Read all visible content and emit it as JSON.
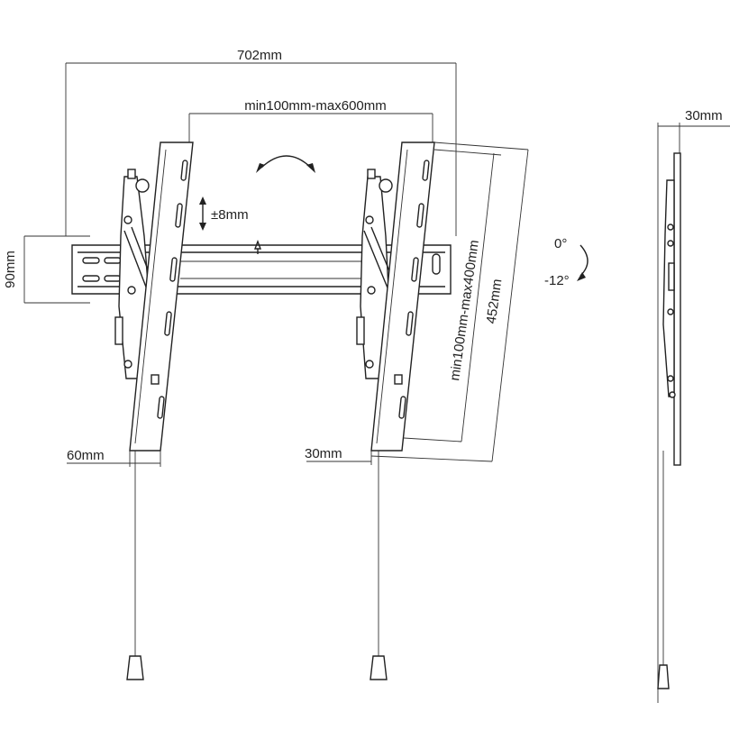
{
  "dimensions": {
    "overall_width": "702mm",
    "horizontal_spacing": "min100mm-max600mm",
    "plate_height": "90mm",
    "vertical_adjust": "±8mm",
    "vertical_spacing": "min100mm-max400mm",
    "arm_length": "452mm",
    "arm_width": "60mm",
    "arm_thickness": "30mm",
    "profile_depth": "30mm"
  },
  "tilt": {
    "upper": "0°",
    "lower": "-12°"
  },
  "colors": {
    "line": "#222222",
    "background": "#ffffff"
  }
}
